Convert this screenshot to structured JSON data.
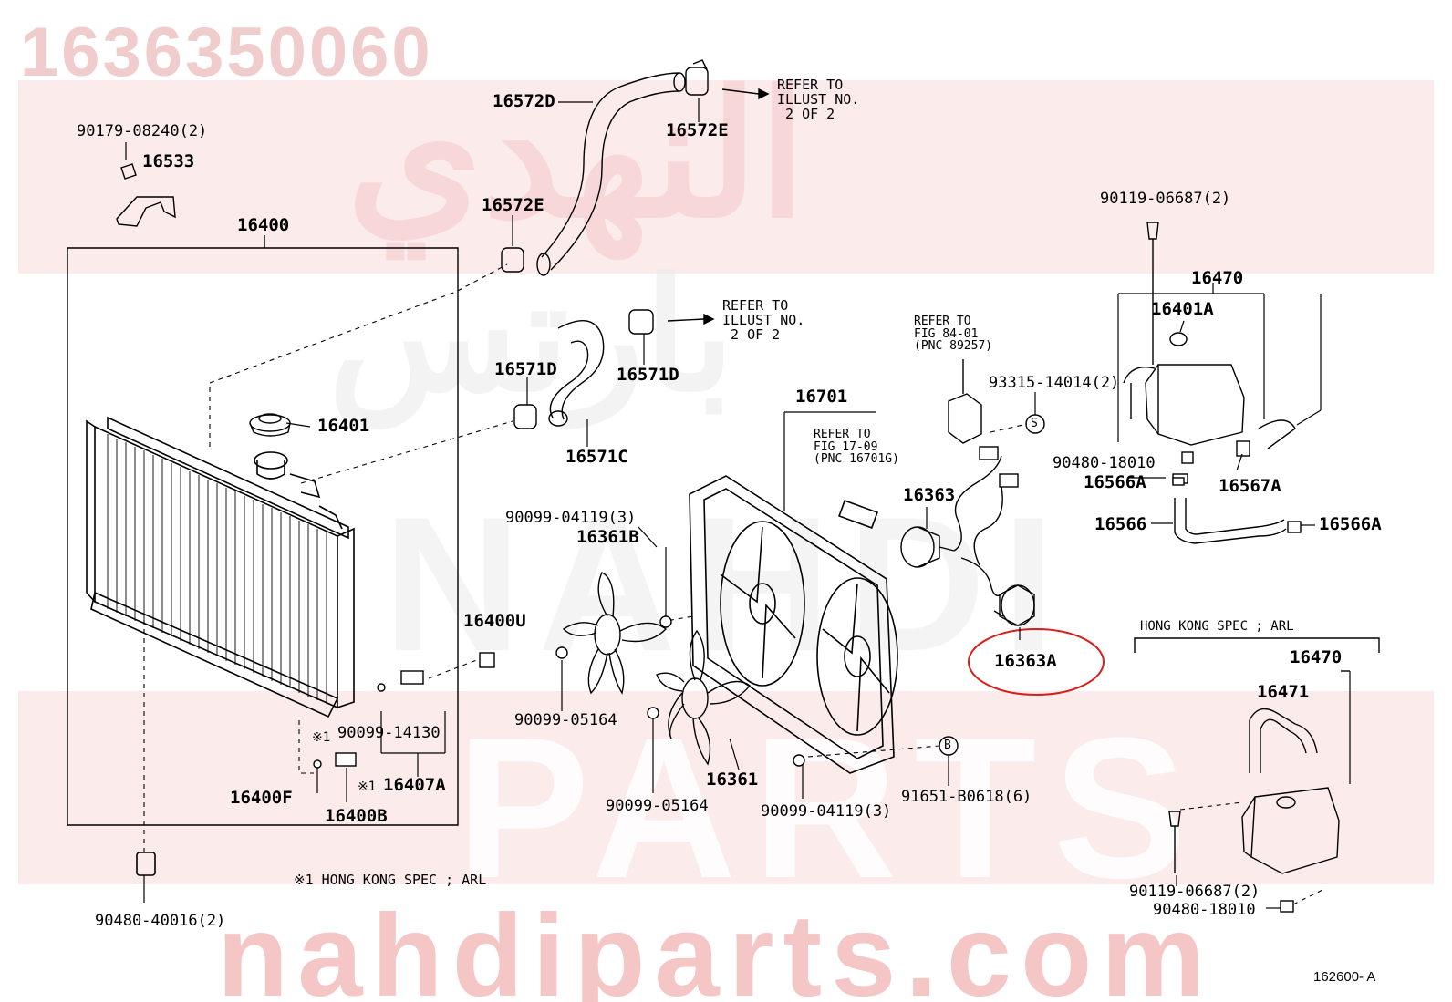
{
  "header": {
    "part_number": "1636350060"
  },
  "watermark": {
    "arabic_text": "النهدي",
    "arabic_text_2": "بارتس",
    "latin_text": "PARTS",
    "site": "nahdiparts.com",
    "nahdi_text": "NAHDI",
    "band_color": "#f6d2d2",
    "text_color": "#e9a8a8"
  },
  "labels": {
    "p16572D": "16572D",
    "p16572E_top": "16572E",
    "p16572E_left": "16572E",
    "p90179": "90179-08240(2)",
    "p16533": "16533",
    "p16400": "16400",
    "p16401": "16401",
    "p16571D_left": "16571D",
    "p16571D_right": "16571D",
    "p16571C": "16571C",
    "p16701": "16701",
    "p90099_04119_top": "90099-04119(3)",
    "p16361B": "16361B",
    "p16400U": "16400U",
    "p90099_05164_a": "90099-05164",
    "p90099_14130": "90099-14130",
    "p16407A": "16407A",
    "p16400F": "16400F",
    "p16400B": "16400B",
    "p16361": "16361",
    "p90099_05164_b": "90099-05164",
    "p90099_04119_bottom": "90099-04119(3)",
    "p91651": "91651-B0618(6)",
    "p16363": "16363",
    "p16363A": "16363A",
    "p93315": "93315-14014(2)",
    "p90119_top": "90119-06687(2)",
    "p16470_top": "16470",
    "p16401A": "16401A",
    "p90480_18010_top": "90480-18010",
    "p16566A_left": "16566A",
    "p16567A": "16567A",
    "p16566": "16566",
    "p16566A_right": "16566A",
    "p16470_bottom": "16470",
    "p16471": "16471",
    "p90119_bottom": "90119-06687(2)",
    "p90480_18010_bottom": "90480-18010",
    "p90480_40016": "90480-40016(2)",
    "mark1": "※1",
    "mark2": "※1"
  },
  "notes": {
    "refer_top": "REFER TO\nILLUST NO.\n 2 OF 2",
    "refer_mid": "REFER TO\nILLUST NO.\n 2 OF 2",
    "refer_fig84": "REFER TO\nFIG 84-01\n(PNC 89257)",
    "refer_fig17": "REFER TO\nFIG 17-09\n(PNC 16701G)",
    "hk_spec_right": "HONG KONG SPEC ; ARL",
    "hk_spec_bottom": "※1 HONG KONG SPEC ; ARL",
    "figure_id": "162600- A",
    "symbol_s": "S",
    "symbol_b": "B"
  },
  "highlight": {
    "color": "#d62020",
    "target": "16363A"
  }
}
